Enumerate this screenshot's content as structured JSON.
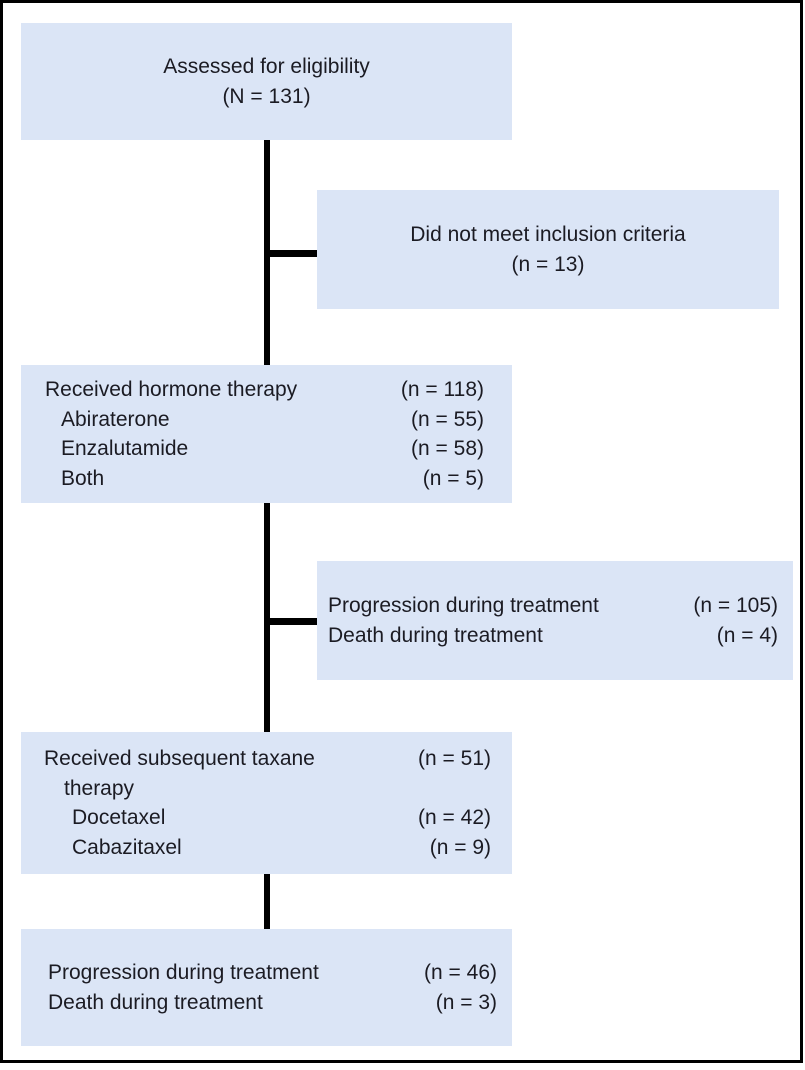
{
  "figure": {
    "type": "consort-flow-diagram",
    "colors": {
      "box_fill": "#dbe5f6",
      "text": "#1b1b23",
      "connector": "#000000",
      "frame_border": "#000000",
      "background": "#ffffff"
    }
  },
  "boxes": {
    "assessed": {
      "line1": "Assessed for eligibility",
      "line2": "(N = 131)"
    },
    "excluded": {
      "line1": "Did not meet inclusion criteria",
      "line2": "(n = 13)"
    },
    "hormone": {
      "rows": [
        {
          "label": "Received hormone therapy",
          "count": "(n = 118)"
        },
        {
          "label": "Abiraterone",
          "count": "(n = 55)"
        },
        {
          "label": "Enzalutamide",
          "count": "(n = 58)"
        },
        {
          "label": "Both",
          "count": "(n = 5)"
        }
      ]
    },
    "hormone_outcome": {
      "rows": [
        {
          "label": "Progression during treatment",
          "count": "(n = 105)"
        },
        {
          "label": "Death during treatment",
          "count": "(n = 4)"
        }
      ]
    },
    "taxane": {
      "rows": [
        {
          "label": "Received subsequent taxane",
          "count": "(n = 51)"
        },
        {
          "label": "therapy",
          "count": ""
        },
        {
          "label": "Docetaxel",
          "count": "(n = 42)"
        },
        {
          "label": "Cabazitaxel",
          "count": "(n = 9)"
        }
      ]
    },
    "taxane_outcome": {
      "rows": [
        {
          "label": "Progression during treatment",
          "count": "(n = 46)"
        },
        {
          "label": "Death during treatment",
          "count": "(n = 3)"
        }
      ]
    }
  }
}
